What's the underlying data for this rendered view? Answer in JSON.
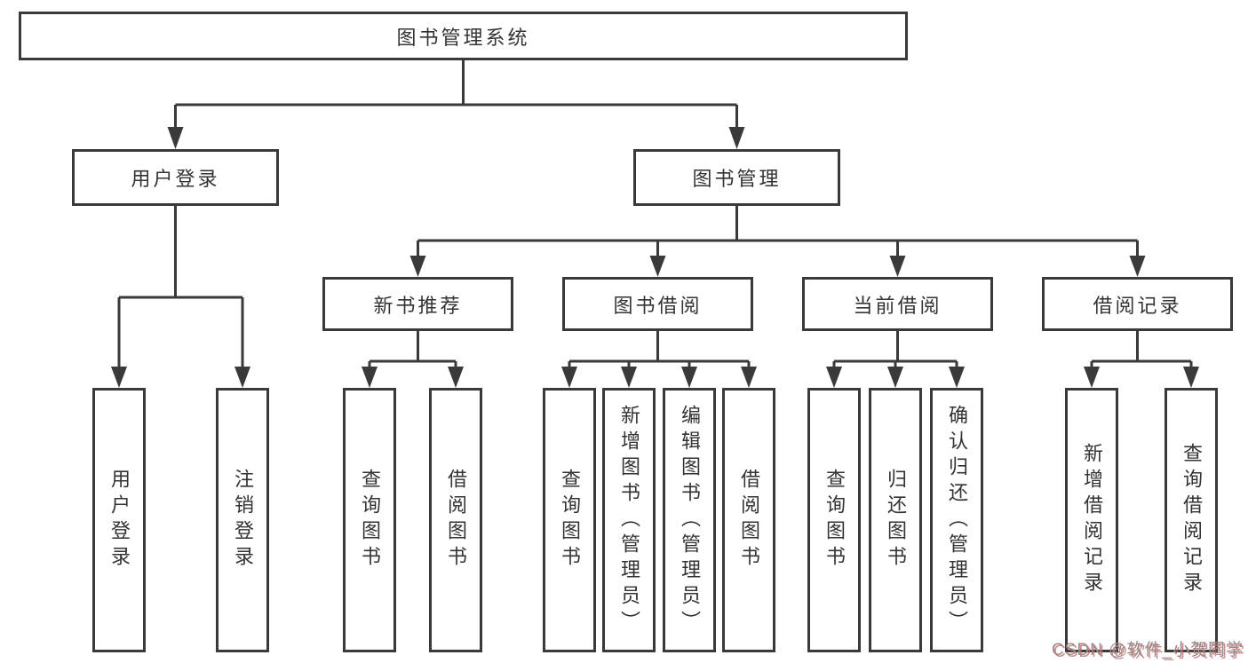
{
  "tree": {
    "root": {
      "label": "图书管理系统"
    },
    "login": {
      "label": "用户登录",
      "children": [
        "用户登录",
        "注销登录"
      ]
    },
    "manage": {
      "label": "图书管理",
      "groups": [
        {
          "label": "新书推荐",
          "children": [
            "查询图书",
            "借阅图书"
          ]
        },
        {
          "label": "图书借阅",
          "children": [
            "查询图书",
            "新增图书（管理员）",
            "编辑图书（管理员）",
            "借阅图书"
          ]
        },
        {
          "label": "当前借阅",
          "children": [
            "查询图书",
            "归还图书",
            "确认归还（管理员）"
          ]
        },
        {
          "label": "借阅记录",
          "children": [
            "新增借阅记录",
            "查询借阅记录"
          ]
        }
      ]
    }
  },
  "watermark": {
    "text": "CSDN @软件_小贺同学"
  },
  "colors": {
    "line": "#3a3a3a",
    "text": "#333333",
    "background": "#ffffff",
    "watermark_gray": "#8f8f8f",
    "watermark_red": "#cd5c5c"
  }
}
